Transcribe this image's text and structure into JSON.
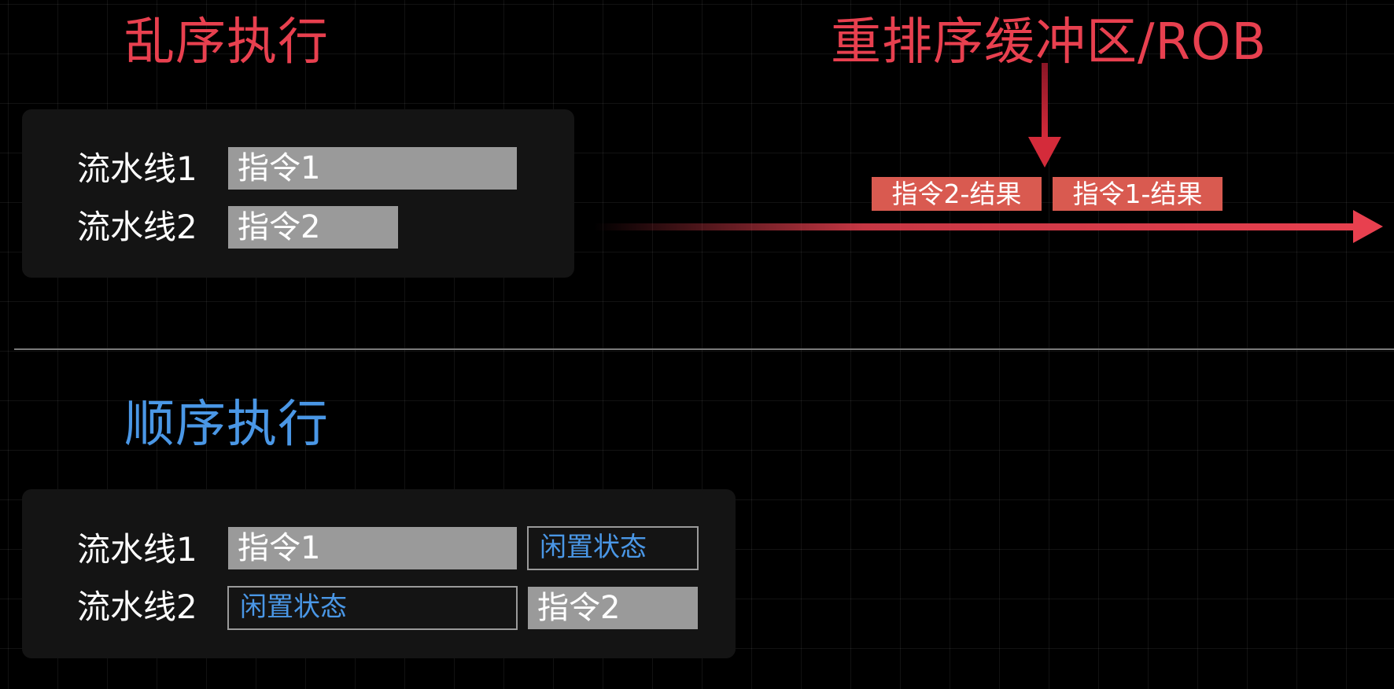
{
  "colors": {
    "out_of_order": "#e8404f",
    "in_order": "#4a97e6",
    "instruction_fill": "#9a9a9a",
    "result_fill": "#d95a50",
    "panel": "#141414"
  },
  "out_of_order": {
    "title": "乱序执行",
    "rows": [
      {
        "label": "流水线1",
        "instruction": "指令1"
      },
      {
        "label": "流水线2",
        "instruction": "指令2"
      }
    ]
  },
  "rob": {
    "title": "重排序缓冲区/ROB",
    "results": [
      "指令2-结果",
      "指令1-结果"
    ]
  },
  "in_order": {
    "title": "顺序执行",
    "rows": [
      {
        "label": "流水线1",
        "first": "指令1",
        "second": "闲置状态"
      },
      {
        "label": "流水线2",
        "first": "闲置状态",
        "second": "指令2"
      }
    ]
  }
}
